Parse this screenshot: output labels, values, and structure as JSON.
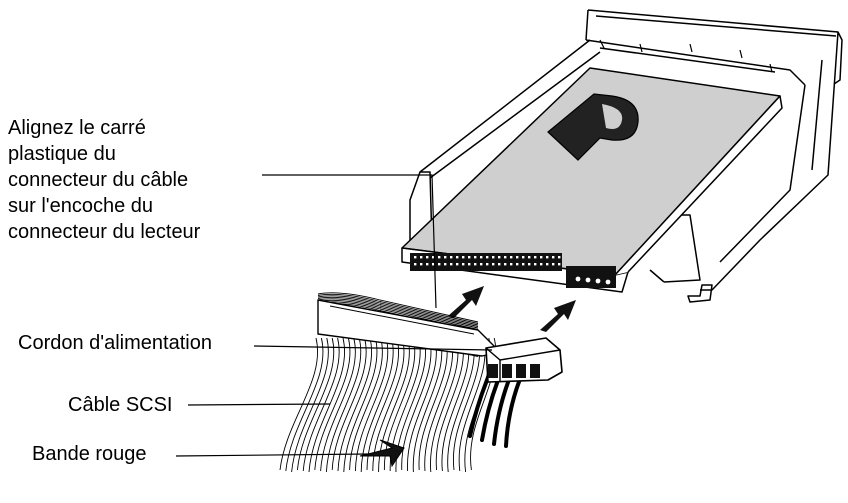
{
  "labels": {
    "align_lines": [
      "Alignez le carré",
      "plastique du",
      "connecteur du câble",
      "sur l'encoche du",
      "connecteur du lecteur"
    ],
    "power_cord": "Cordon d'alimentation",
    "scsi_cable": "Câble SCSI",
    "red_stripe": "Bande rouge"
  },
  "colors": {
    "ink": "#000000",
    "paper": "#ffffff",
    "drive_face": "#d0d0d0",
    "logo": "#222222"
  }
}
